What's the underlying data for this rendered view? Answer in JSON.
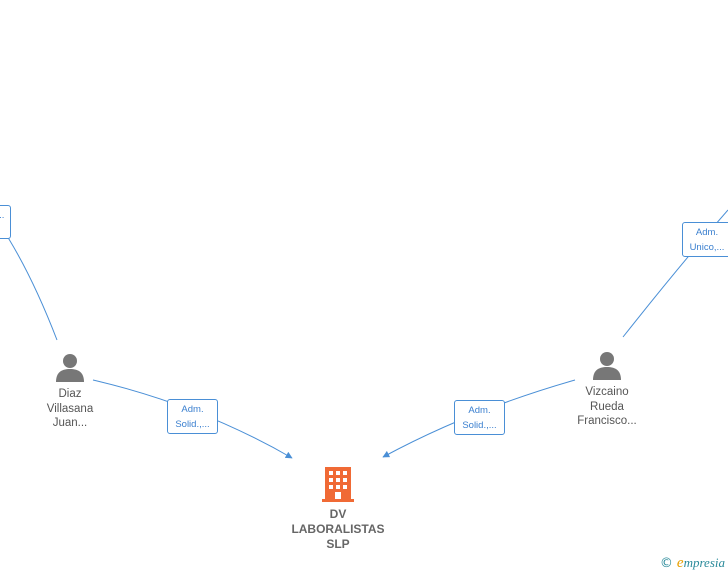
{
  "colors": {
    "edge": "#4a8fd6",
    "person_icon": "#777777",
    "company_icon": "#f06a35",
    "label_text": "#555555"
  },
  "nodes": {
    "person_left": {
      "lines": [
        "Diaz",
        "Villasana",
        "Juan..."
      ],
      "icon": "person-icon"
    },
    "person_right": {
      "lines": [
        "Vizcaino",
        "Rueda",
        "Francisco..."
      ],
      "icon": "person-icon"
    },
    "company": {
      "lines": [
        "DV",
        "LABORALISTAS",
        "SLP"
      ],
      "icon": "building-icon"
    }
  },
  "relations": {
    "left_to_company": {
      "line1": "Adm.",
      "line2": "Solid.,..."
    },
    "right_to_company": {
      "line1": "Adm.",
      "line2": "Solid.,..."
    },
    "right_offscreen": {
      "line1": "Adm.",
      "line2": "Unico,..."
    },
    "left_offscreen": {
      "line1": "",
      "line2": "..."
    }
  },
  "watermark": {
    "symbol": "©",
    "brand_first": "e",
    "brand_rest": "mpresia"
  }
}
